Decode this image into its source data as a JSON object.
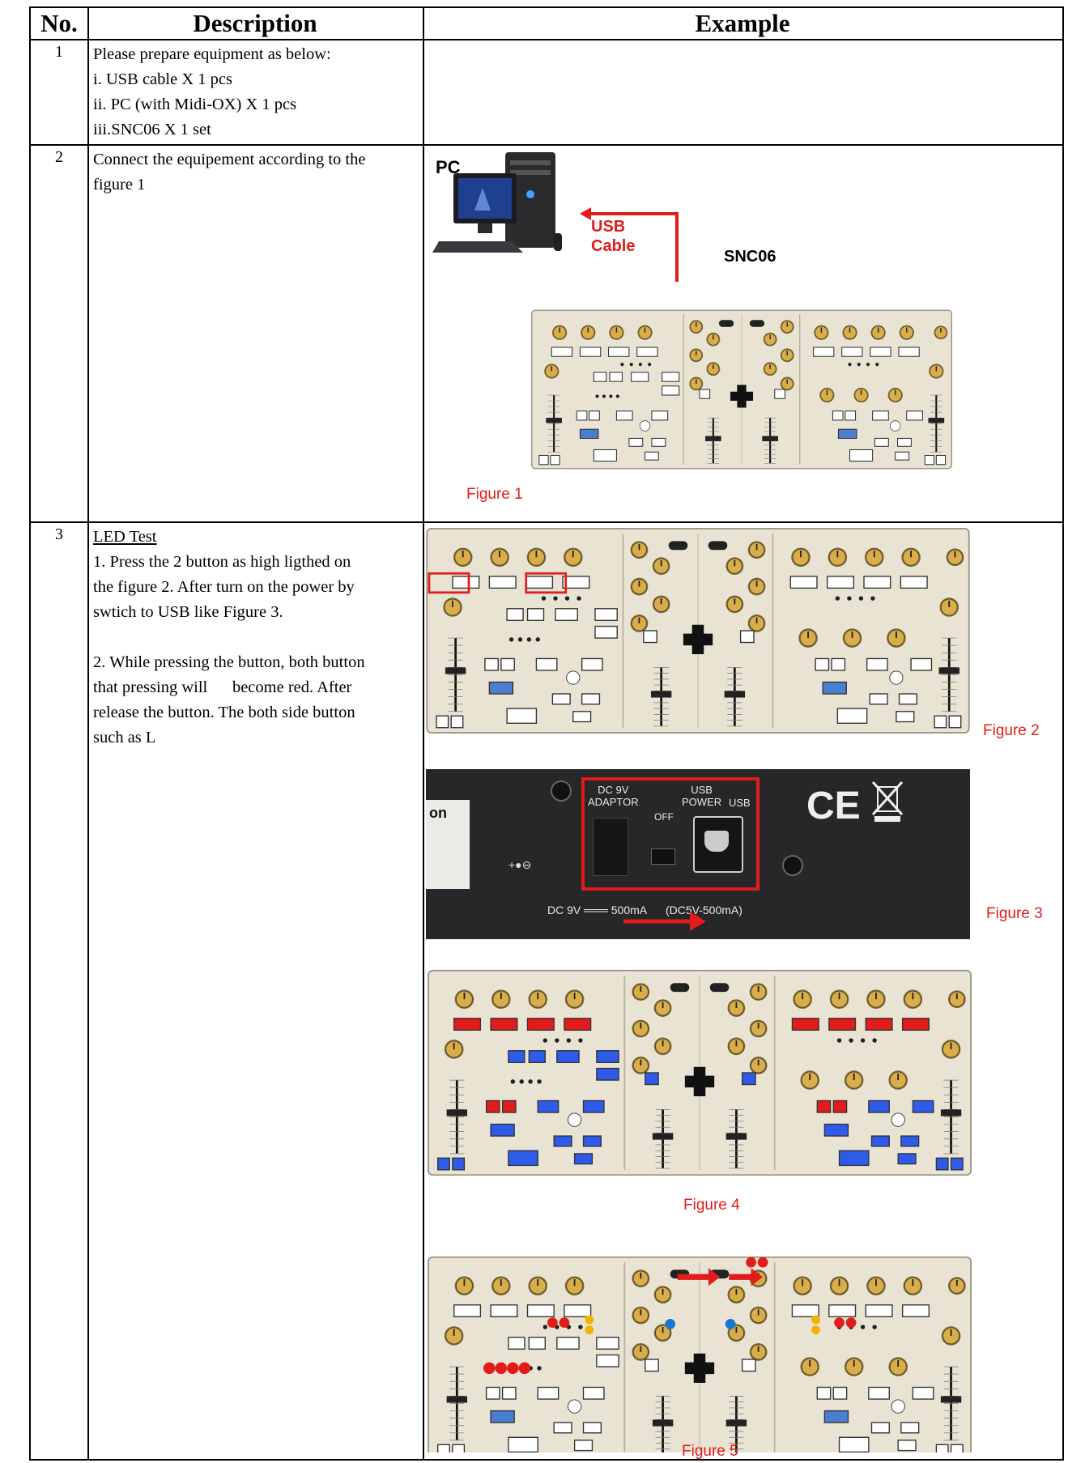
{
  "header": {
    "col_no": "No.",
    "col_desc": "Description",
    "col_example": "Example"
  },
  "rows": [
    {
      "no": "1",
      "lines": [
        "Please prepare equipment as below:",
        "i.  USB cable X 1 pcs",
        "ii. PC (with Midi-OX)  X 1  pcs",
        "iii.SNC06 X 1 set"
      ]
    },
    {
      "no": "2",
      "lines": [
        "Connect  the equipement according to the",
        "figure 1"
      ]
    },
    {
      "no": "3",
      "title": "LED Test",
      "lines": [
        "1. Press the 2 button as high ligthed on",
        "the figure 2. After turn on the power by",
        "swtich to USB like Figure 3.",
        "",
        "2. While pressing the button, both button",
        "that pressing will      become red. After",
        "release the button. The both side button",
        "such as L"
      ]
    }
  ],
  "figure1": {
    "pc_label": "PC",
    "usb_label_1": "USB",
    "usb_label_2": "Cable",
    "device_label": "SNC06",
    "caption": "Figure 1"
  },
  "figure2": {
    "caption": "Figure 2"
  },
  "figure3": {
    "caption": "Figure 3",
    "dc_label_1": "DC 9V",
    "dc_label_2": "ADAPTOR",
    "usb_power_1": "USB",
    "usb_power_2": "POWER",
    "usb": "USB",
    "off": "OFF",
    "dc_rating": "DC 9V ═══ 500mA",
    "usb_rating": "(DC5V-500mA)",
    "ce": "CE",
    "brand_fragment": "on"
  },
  "figure4": {
    "caption": "Figure 4"
  },
  "figure5": {
    "caption": "Figure 5"
  },
  "colors": {
    "red": "#e21b1b",
    "panel": "#e9e3d3",
    "blue": "#2f5bea",
    "knob": "#d9ad4a"
  }
}
